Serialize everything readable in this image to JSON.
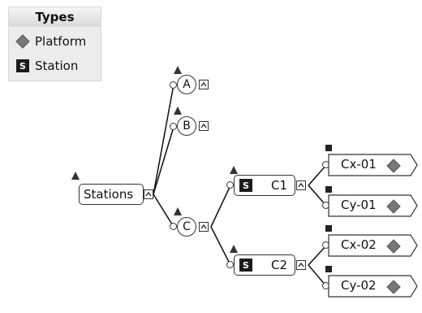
{
  "legend": {
    "title": "Types",
    "items": [
      {
        "label": "Platform",
        "icon": "diamond-icon",
        "color": "#777777"
      },
      {
        "label": "Station",
        "icon": "station-badge-icon",
        "badge": "S",
        "color": "#1b1b1b"
      }
    ]
  },
  "tree": {
    "root": {
      "label": "Stations"
    },
    "groups": [
      {
        "label": "A"
      },
      {
        "label": "B"
      },
      {
        "label": "C"
      }
    ],
    "stations": [
      {
        "label": "C1",
        "badge": "S"
      },
      {
        "label": "C2",
        "badge": "S"
      }
    ],
    "platforms": [
      {
        "label": "Cx-01"
      },
      {
        "label": "Cy-01"
      },
      {
        "label": "Cx-02"
      },
      {
        "label": "Cy-02"
      }
    ]
  },
  "colors": {
    "node_border": "#333333",
    "edge": "#1a1a1a",
    "platform_diamond": "#777777",
    "station_badge": "#1b1b1b",
    "marker": "#333333"
  }
}
